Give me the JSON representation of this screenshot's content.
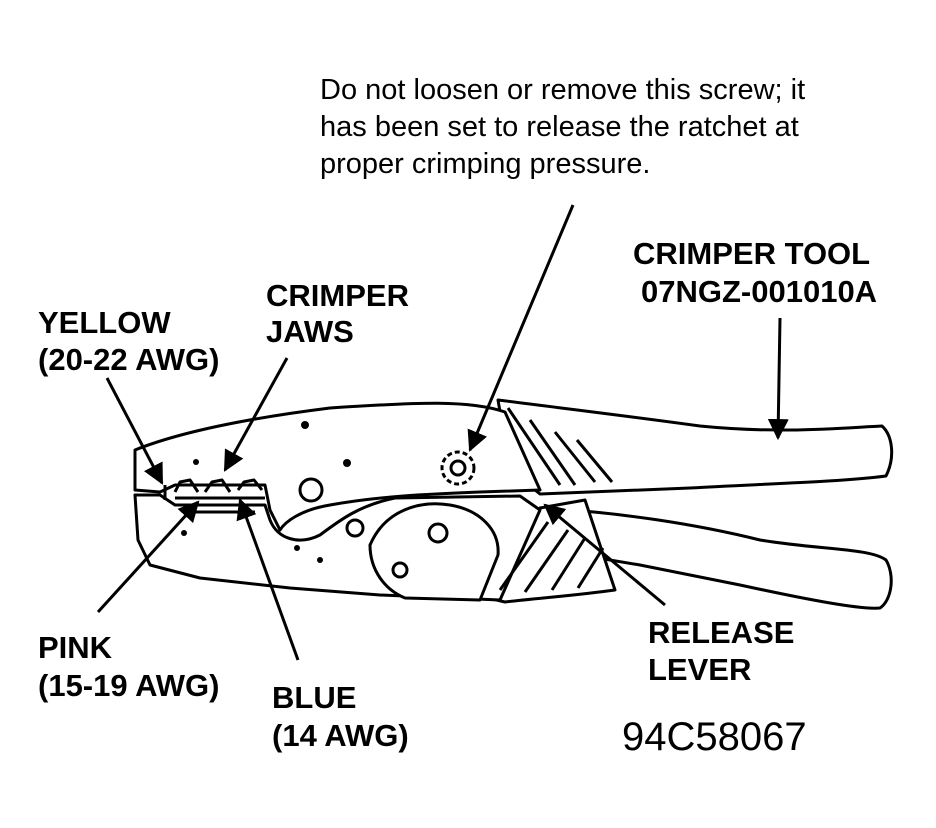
{
  "note": {
    "lines": [
      "Do not loosen or remove this screw; it",
      "has been set to release the ratchet at",
      "proper crimping pressure."
    ]
  },
  "labels": {
    "tool_name": "CRIMPER TOOL",
    "tool_part_number": "07NGZ-001010A",
    "crimper_jaws_1": "CRIMPER",
    "crimper_jaws_2": "JAWS",
    "yellow_1": "YELLOW",
    "yellow_2": "(20-22 AWG)",
    "pink_1": "PINK",
    "pink_2": "(15-19 AWG)",
    "blue_1": "BLUE",
    "blue_2": "(14 AWG)",
    "release_1": "RELEASE",
    "release_2": "LEVER"
  },
  "figure_id": "94C58067",
  "colors": {
    "ink": "#000000",
    "paper": "#ffffff"
  }
}
